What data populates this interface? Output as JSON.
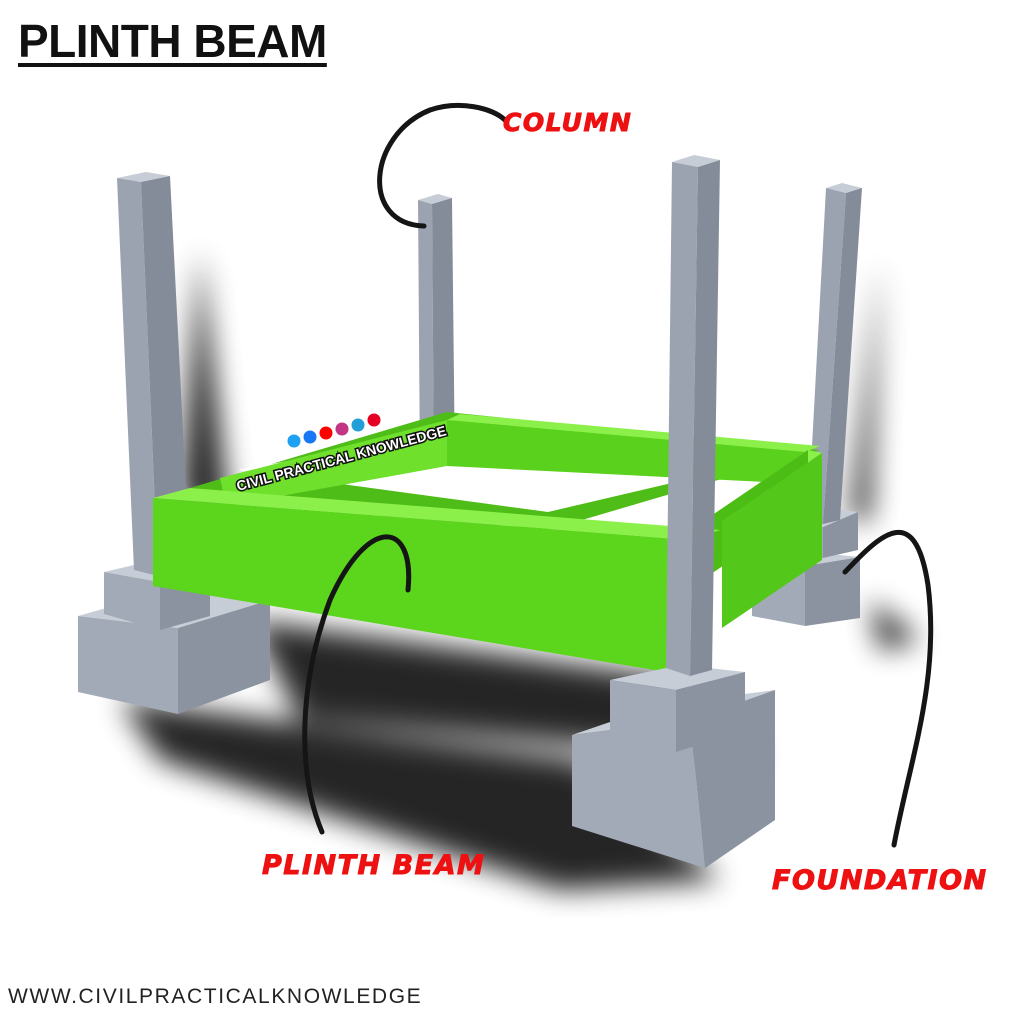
{
  "title": "PLINTH BEAM",
  "labels": {
    "column": "COLUMN",
    "plinth_beam": "PLINTH BEAM",
    "foundation": "FOUNDATION"
  },
  "watermark": {
    "text": "CIVIL PRACTICAL KNOWLEDGE",
    "social_icons": [
      "twitter-icon",
      "facebook-icon",
      "youtube-icon",
      "instagram-icon",
      "telegram-icon",
      "pinterest-icon"
    ]
  },
  "footer": {
    "url": "WWW.CIVILPRACTICALKNOWLEDGE"
  },
  "colors": {
    "beam": "#5cd61c",
    "concrete": "#a3aab7",
    "callout_text": "#ee1111"
  }
}
